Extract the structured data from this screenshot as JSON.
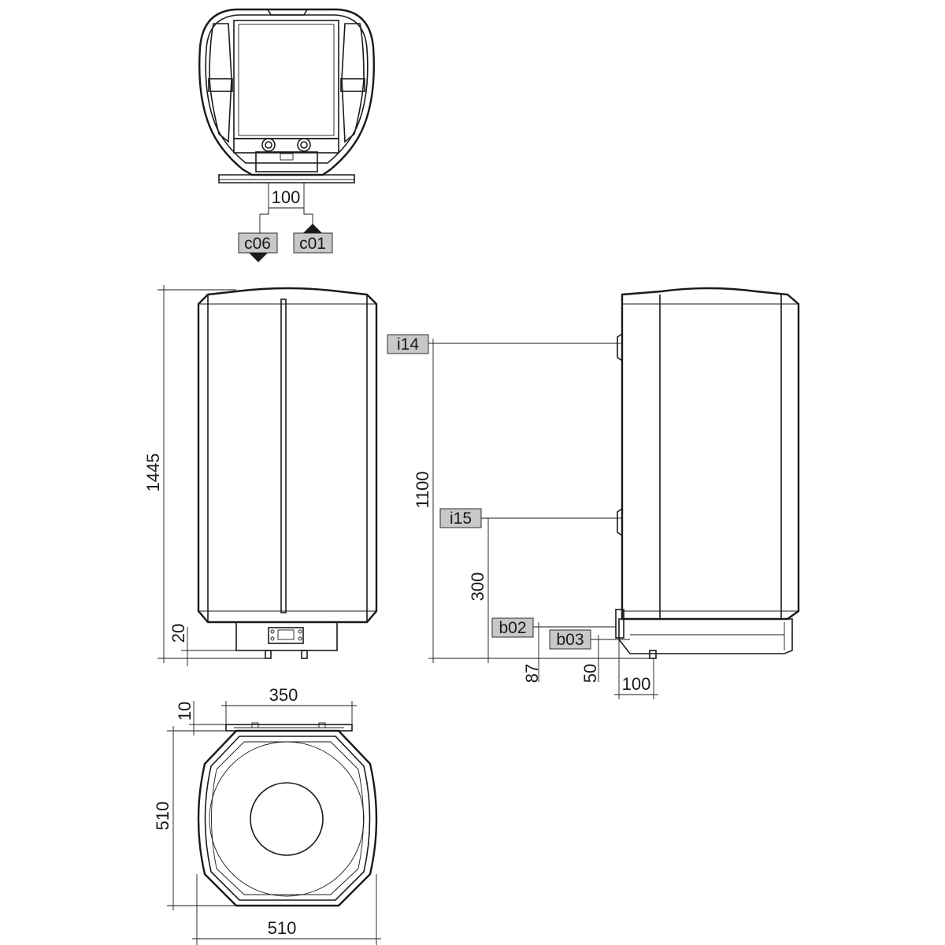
{
  "connection_labels": {
    "c06": "c06",
    "c01": "c01",
    "i14": "i14",
    "i15": "i15",
    "b02": "b02",
    "b03": "b03"
  },
  "dimensions": {
    "inlet_spacing_top": "100",
    "height_total": "1445",
    "bottom_offset": "20",
    "bracket_spacing": "1100",
    "lower_bracket_height": "300",
    "b02_height": "87",
    "b03_height": "50",
    "wall_offset": "100",
    "bracket_width": "350",
    "bracket_depth": "10",
    "depth": "510",
    "width": "510"
  },
  "colors": {
    "line": "#1a1a1a",
    "label_fill": "#c8c8c8",
    "background": "#ffffff"
  }
}
